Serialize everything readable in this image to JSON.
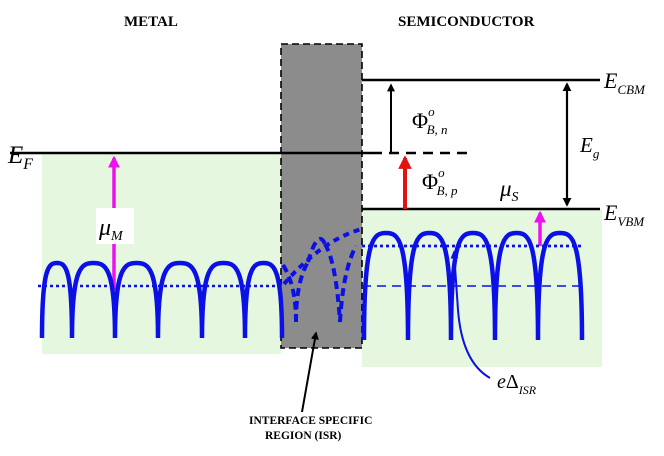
{
  "headers": {
    "metal": "METAL",
    "semiconductor": "SEMICONDUCTOR"
  },
  "isr_caption": {
    "line1": "INTERFACE SPECIFIC",
    "line2": "REGION (ISR)"
  },
  "energy_labels": {
    "fermi": {
      "main": "E",
      "sub": "F"
    },
    "cbm": {
      "main": "E",
      "sub": "CBM"
    },
    "vbm": {
      "main": "E",
      "sub": "VBM"
    },
    "gap": {
      "main": "E",
      "sub": "g"
    }
  },
  "barriers": {
    "n_type": {
      "symbol": "Φ",
      "sup": "o",
      "sub": "B, n"
    },
    "p_type": {
      "symbol": "Φ",
      "sup": "o",
      "sub": "B, p"
    }
  },
  "chemical_potentials": {
    "metal": {
      "symbol": "μ",
      "sub": "M"
    },
    "semiconductor": {
      "symbol": "μ",
      "sub": "S"
    }
  },
  "isr_dipole": {
    "prefix": "e",
    "symbol": "Δ",
    "sub": "ISR"
  },
  "colors": {
    "band_fill": "#e5f8df",
    "interface_fill": "#8c8c8c",
    "potential_blue": "#0a10e6",
    "barrier_red": "#e01212",
    "chem_magenta": "#ee10ee",
    "line_black": "#000000"
  }
}
